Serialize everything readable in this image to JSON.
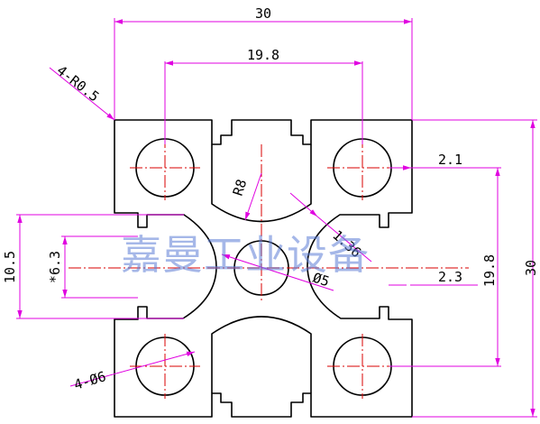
{
  "drawing": {
    "dimensions": {
      "overall_width": "30",
      "overall_height": "30",
      "hole_pitch_horizontal": "19.8",
      "hole_pitch_vertical": "19.8",
      "corner_radius": "4-R0.5",
      "slot_depth_top": "2.1",
      "slot_depth_mid": "2.3",
      "slot_opening": "10.5",
      "slot_inner": "*6.3",
      "groove_radius": "R8",
      "wall_thickness": "1.36",
      "center_hole": "Ø5",
      "corner_holes": "4-Ø6"
    },
    "watermark": "嘉曼工业设备"
  },
  "colors": {
    "outline": "#000000",
    "centerline": "#d80000",
    "dimension": "#e000e0",
    "watermark": "#5b7bd6"
  }
}
